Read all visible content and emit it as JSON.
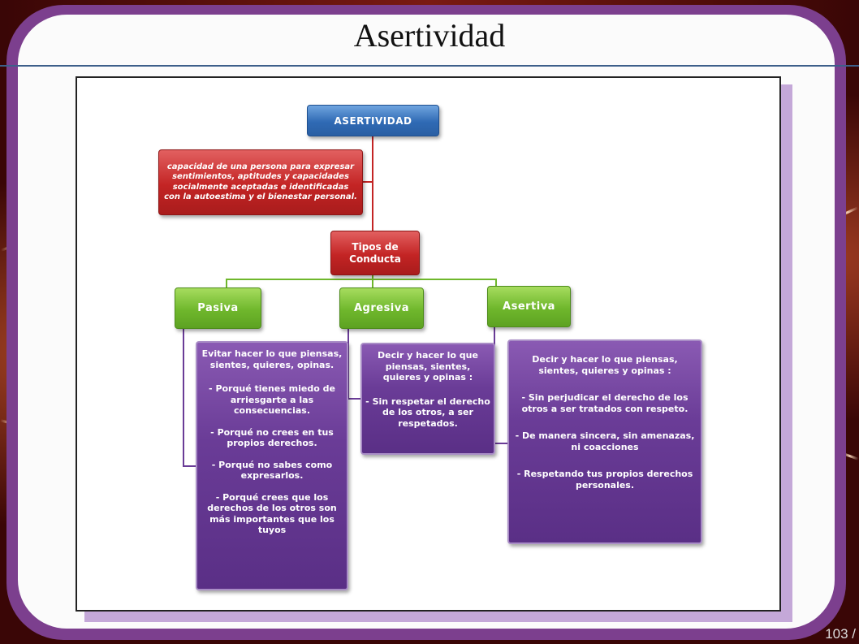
{
  "slide": {
    "title": "Asertividad",
    "page_number": "103 /"
  },
  "diagram": {
    "root": "ASERTIVIDAD",
    "definition": "capacidad de una persona para expresar sentimientos, aptitudes y capacidades socialmente aceptadas e identificadas con la autoestima y el bienestar personal.",
    "types": "Tipos de Conducta",
    "branches": [
      {
        "label": "Pasiva",
        "heading": "Evitar hacer lo que piensas, sientes, quieres, opinas.",
        "points": [
          "- Porqué tienes miedo de arriesgarte a las consecuencias.",
          "- Porqué no crees en tus propios derechos.",
          "- Porqué no sabes como expresarlos.",
          "- Porqué crees que los derechos de los otros son más importantes que los tuyos"
        ]
      },
      {
        "label": "Agresiva",
        "heading": "Decir y hacer lo que piensas, sientes, quieres y opinas :",
        "points": [
          "- Sin respetar el derecho de los otros, a ser respetados."
        ]
      },
      {
        "label": "Asertiva",
        "heading": "Decir y hacer lo que piensas, sientes, quieres y opinas :",
        "points": [
          "- Sin perjudicar el derecho de los otros a ser tratados con respeto.",
          "- De manera sincera, sin amenazas, ni coacciones",
          "- Respetando tus propios derechos personales."
        ]
      }
    ],
    "colors": {
      "root": "#2f6ab4",
      "definition": "#c32424",
      "types": "#c32424",
      "branch": "#6fb72c",
      "detail": "#6a3c97",
      "connector": "#6a3c97"
    }
  }
}
